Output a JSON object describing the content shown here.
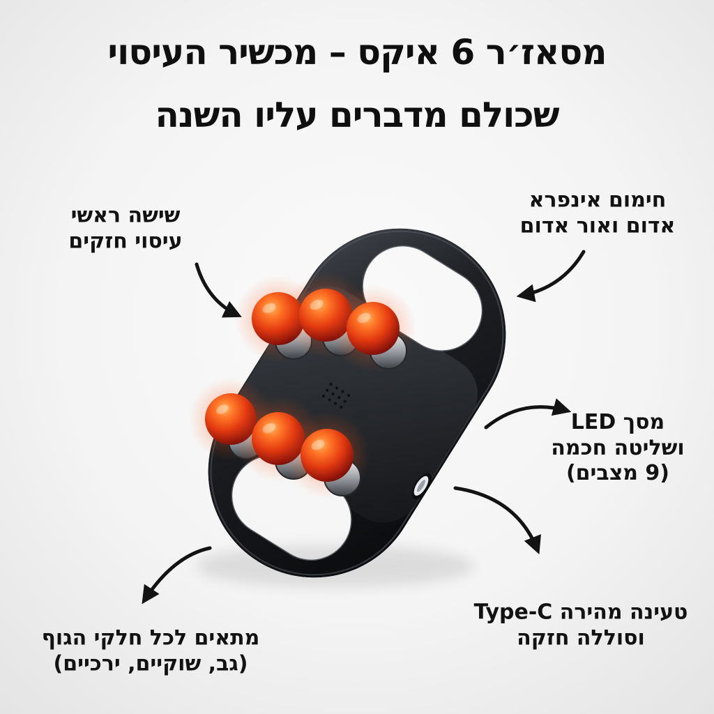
{
  "title": {
    "line1": "מסאז׳ר 6 איקס – מכשיר העיסוי",
    "line2": "שכולם מדברים עליו השנה"
  },
  "labels": {
    "heads": {
      "line1": "שישה ראשי",
      "line2": "עיסוי חזקים"
    },
    "infrared": {
      "line1": "חימום אינפרא",
      "line2": "אדום ואור אדום"
    },
    "led": {
      "line1": "מסך LED",
      "line2": "ושליטה חכמה",
      "line3": "(9 מצבים)"
    },
    "charging": {
      "line1": "טעינה מהירה Type-C",
      "line2": "וסוללה חזקה"
    },
    "fit": {
      "line1": "מתאים לכל חלקי הגוף",
      "line2": "(גב, שוקיים, ירכיים)"
    }
  },
  "colors": {
    "background": "#f4f4f4",
    "text": "#121212",
    "device_body": "#131417",
    "head_glow": "#ff5a1c"
  }
}
